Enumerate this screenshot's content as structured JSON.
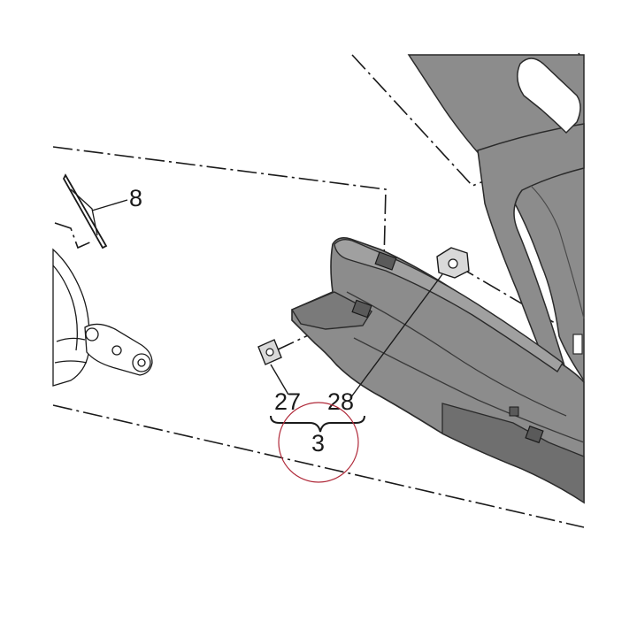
{
  "callouts": {
    "part_8": "8",
    "part_27": "27",
    "part_28": "28",
    "group_3": "3"
  },
  "colors": {
    "panel_fill": "#8c8c8c",
    "panel_dark": "#6f6f6f",
    "line": "#1a1a1a",
    "highlight_circle": "#b02a3a",
    "background": "#ffffff"
  }
}
